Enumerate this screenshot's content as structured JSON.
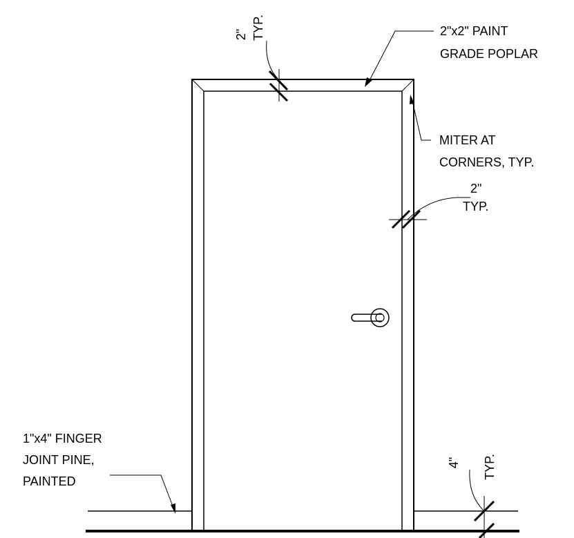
{
  "annotations": {
    "top_dim": {
      "value": "2\"",
      "note": "TYP."
    },
    "frame_material": {
      "line1": "2\"x2\" PAINT",
      "line2": "GRADE POPLAR"
    },
    "miter": {
      "line1": "MITER AT",
      "line2": "CORNERS, TYP."
    },
    "side_dim": {
      "value": "2\"",
      "note": "TYP."
    },
    "base_material": {
      "line1": "1\"x4\" FINGER",
      "line2": "JOINT PINE,",
      "line3": "PAINTED"
    },
    "base_dim": {
      "value": "4\"",
      "note": "TYP."
    }
  }
}
